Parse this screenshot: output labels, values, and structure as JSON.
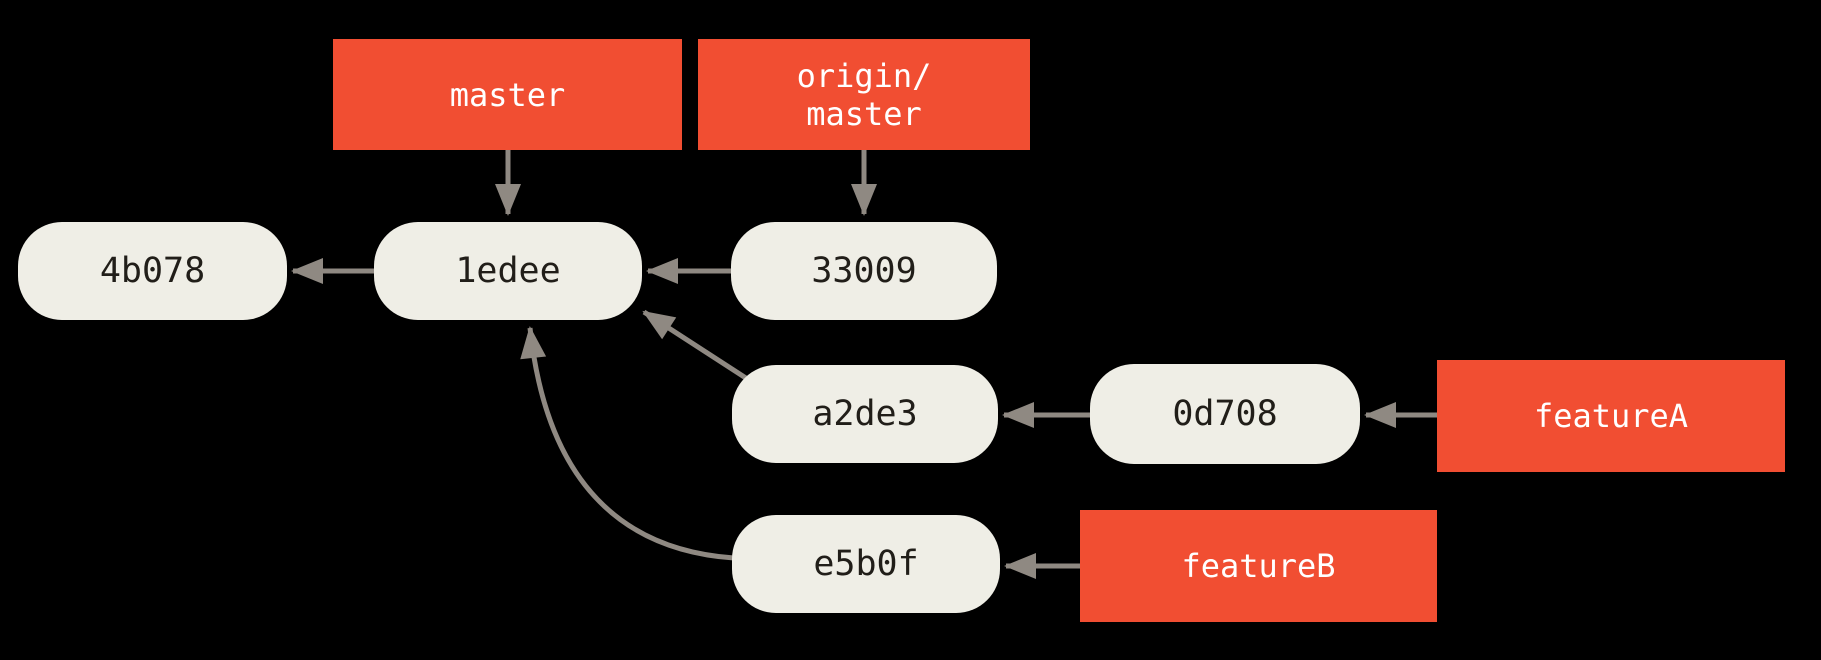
{
  "diagram_type": "git-commit-graph",
  "background": "#000000",
  "colors": {
    "branch_box": "#f14e32",
    "branch_text": "#ffffff",
    "commit_pill": "#efeee6",
    "commit_text": "#211e19",
    "arrow": "#8f8982"
  },
  "branches": {
    "master": {
      "label": "master"
    },
    "origin_master": {
      "line1": "origin/",
      "line2": "master"
    },
    "featureA": {
      "label": "featureA"
    },
    "featureB": {
      "label": "featureB"
    }
  },
  "commits": {
    "c4b078": {
      "label": "4b078"
    },
    "c1edee": {
      "label": "1edee"
    },
    "c33009": {
      "label": "33009"
    },
    "ca2de3": {
      "label": "a2de3"
    },
    "c0d708": {
      "label": "0d708"
    },
    "ce5b0f": {
      "label": "e5b0f"
    }
  },
  "edges": [
    {
      "from": "master",
      "to": "1edee",
      "type": "branch-pointer"
    },
    {
      "from": "origin/master",
      "to": "33009",
      "type": "branch-pointer"
    },
    {
      "from": "featureA",
      "to": "0d708",
      "type": "branch-pointer"
    },
    {
      "from": "featureB",
      "to": "e5b0f",
      "type": "branch-pointer"
    },
    {
      "from": "1edee",
      "to": "4b078",
      "type": "parent"
    },
    {
      "from": "33009",
      "to": "1edee",
      "type": "parent"
    },
    {
      "from": "a2de3",
      "to": "1edee",
      "type": "parent"
    },
    {
      "from": "e5b0f",
      "to": "1edee",
      "type": "parent"
    },
    {
      "from": "0d708",
      "to": "a2de3",
      "type": "parent"
    }
  ]
}
